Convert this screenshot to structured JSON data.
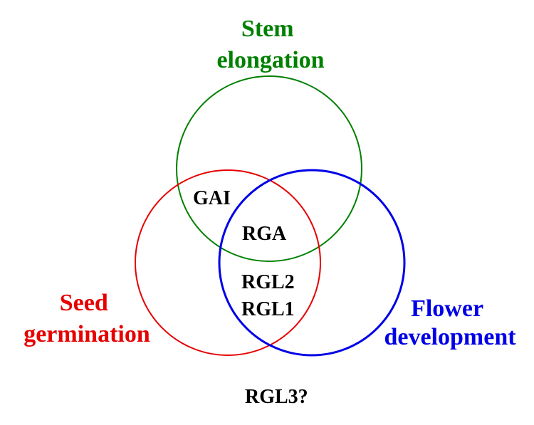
{
  "sets": [
    {
      "id": "stem",
      "lines": [
        "Stem",
        "elongation"
      ],
      "color": "#008000"
    },
    {
      "id": "seed",
      "lines": [
        "Seed",
        "germination"
      ],
      "color": "#e60000"
    },
    {
      "id": "flower",
      "lines": [
        "Flower",
        "development"
      ],
      "color": "#0000e6"
    }
  ],
  "genes": {
    "gai": "GAI",
    "rga": "RGA",
    "rgl2": "RGL2",
    "rgl1": "RGL1",
    "rgl3": "RGL3?"
  }
}
